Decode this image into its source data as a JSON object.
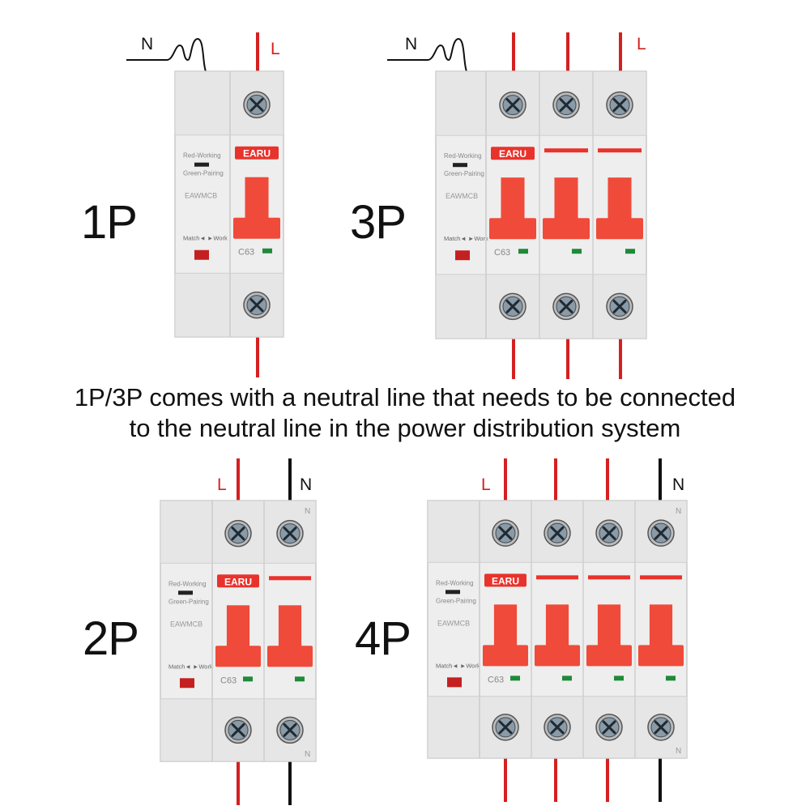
{
  "colors": {
    "live_wire": "#d42020",
    "neutral_wire": "#111111",
    "body": "#eeeeee",
    "handle": "#f04a3a",
    "brand_stripe": "#e8332c",
    "indicator_green": "#1f8a3a",
    "indicator_red": "#c42020"
  },
  "labels": {
    "p1": "1P",
    "p3": "3P",
    "p2": "2P",
    "p4": "4P"
  },
  "caption": {
    "line1": "1P/3P comes with a neutral line that needs to be connected",
    "line2": "to the neutral line in the power distribution system"
  },
  "wire_labels": {
    "n": "N",
    "l": "L"
  },
  "device": {
    "brand": "EARU",
    "status_top": "Red-Working",
    "status_bottom": "Green-Pairing",
    "model": "EAWMCB",
    "match_work": "Match◄ ►Work",
    "rating": "C63",
    "neutral_mark": "N"
  },
  "breakers": [
    {
      "id": "1p",
      "poles": 1,
      "neutral": "external"
    },
    {
      "id": "3p",
      "poles": 3,
      "neutral": "external"
    },
    {
      "id": "2p",
      "poles": 2,
      "neutral": "internal"
    },
    {
      "id": "4p",
      "poles": 4,
      "neutral": "internal"
    }
  ]
}
